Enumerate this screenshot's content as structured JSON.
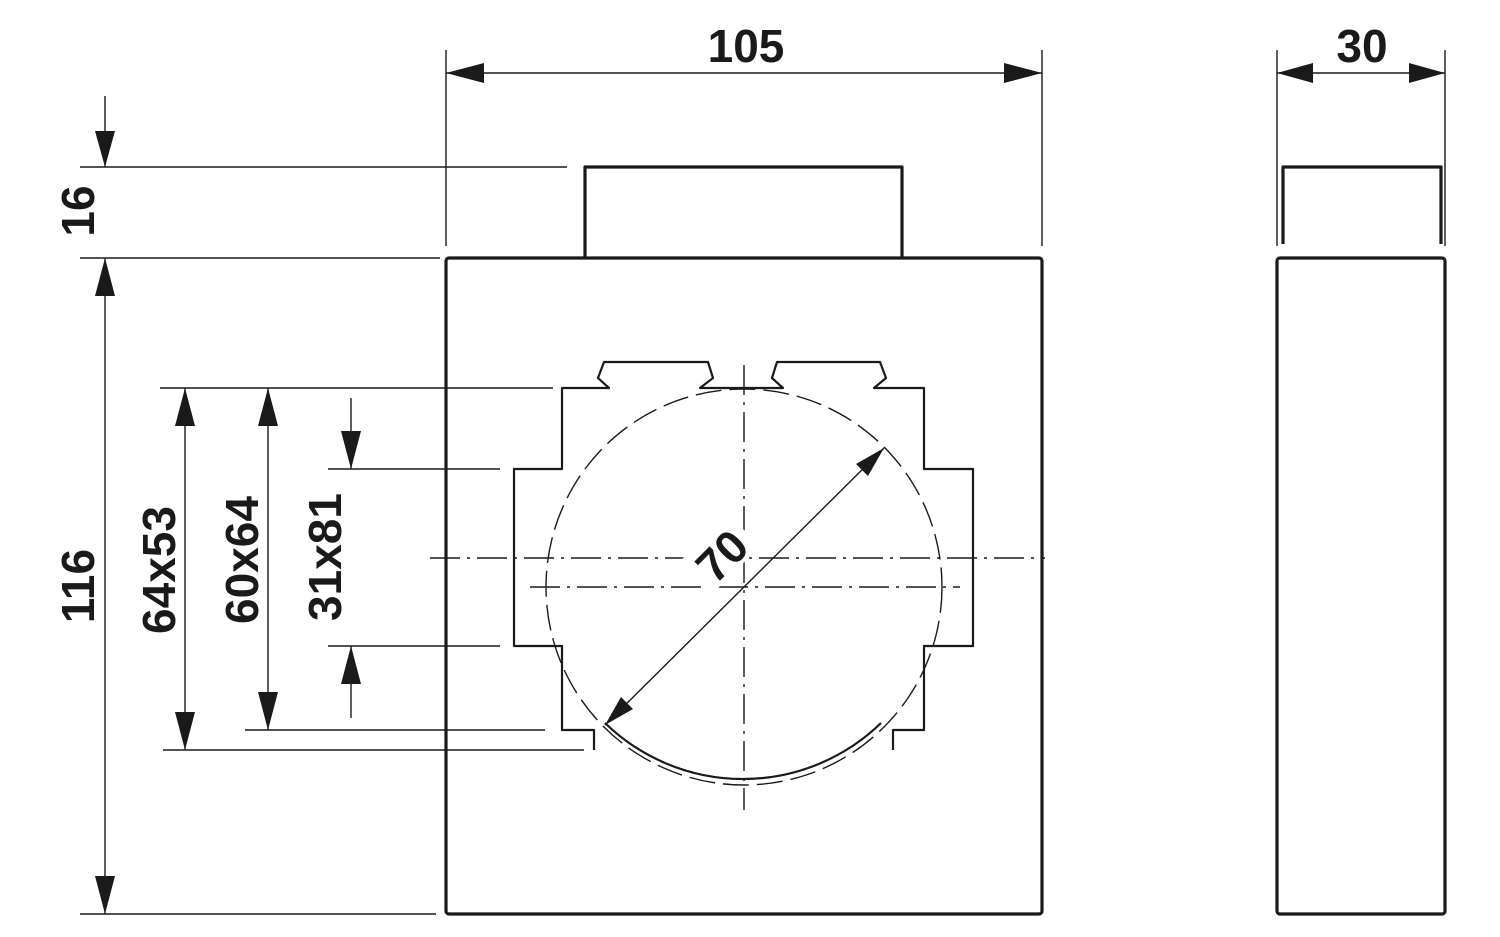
{
  "dimensions": {
    "width": "105",
    "depth": "30",
    "top_height": "16",
    "body_height": "116",
    "opening_large": "64x53",
    "opening_medium": "60x64",
    "opening_small": "31x81",
    "diameter": "70"
  }
}
